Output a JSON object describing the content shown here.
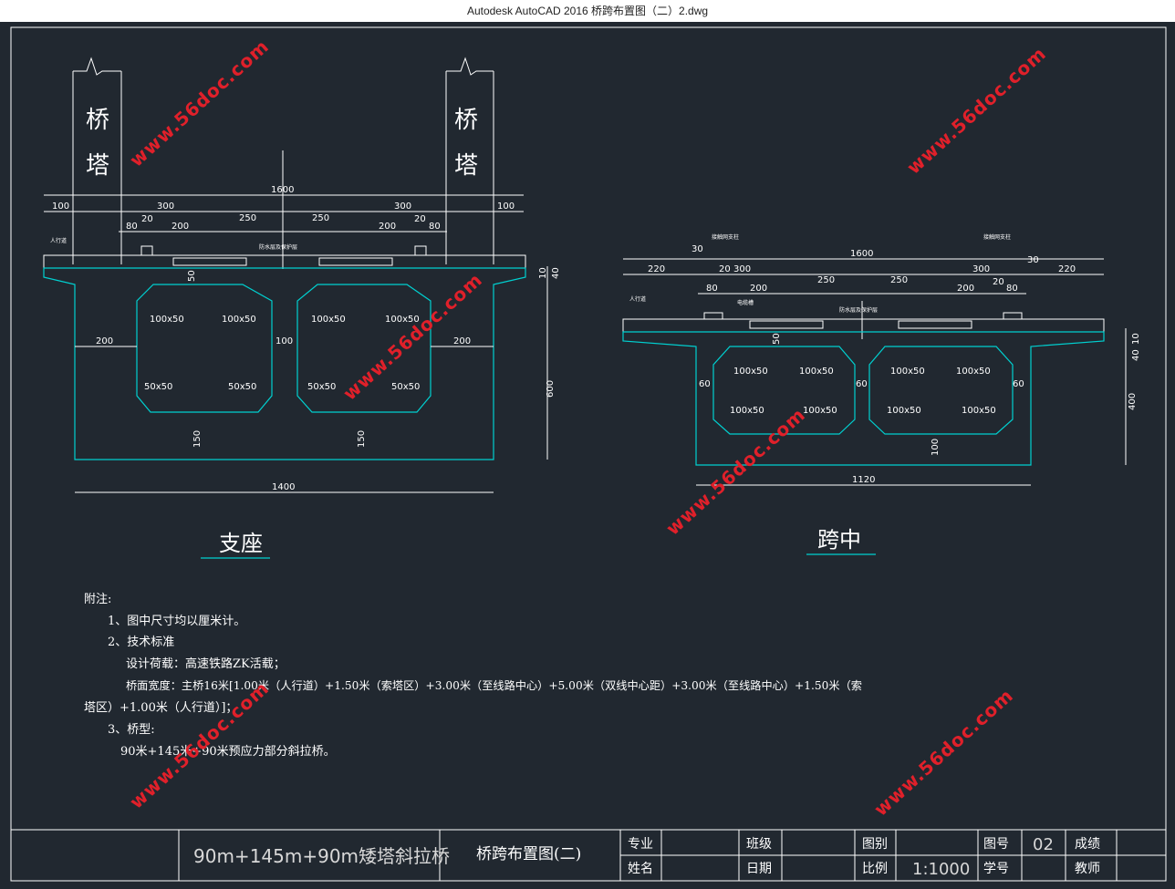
{
  "window": {
    "title": "Autodesk AutoCAD 2016    桥跨布置图（二）2.dwg"
  },
  "left_section": {
    "tower_left": "桥塔",
    "tower_right": "桥塔",
    "total_width": "1600",
    "dims_top": [
      "100",
      "300",
      "300",
      "100"
    ],
    "dims_second": [
      "80",
      "20",
      "200",
      "250",
      "250",
      "200",
      "20",
      "80"
    ],
    "walkway": "人行道",
    "waterproof": "防水层及保护层",
    "box_chamfers": [
      "100x50",
      "100x50",
      "100x50",
      "100x50",
      "50x50",
      "50x50",
      "50x50",
      "50x50"
    ],
    "web_dims": [
      "200",
      "100",
      "200"
    ],
    "top_slab": "50",
    "bottom_slab": [
      "150",
      "150"
    ],
    "height": "600",
    "deck_thickness": [
      "10",
      "40"
    ],
    "bottom_width": "1400",
    "label": "支座"
  },
  "right_section": {
    "support_left": "接触网支柱",
    "support_right": "接触网支柱",
    "total_width": "1600",
    "dims_top": [
      "220",
      "20",
      "300",
      "300",
      "20",
      "220"
    ],
    "dims_second": [
      "80",
      "200",
      "250",
      "250",
      "200",
      "80"
    ],
    "small_30": [
      "30",
      "30"
    ],
    "walkway": "人行道",
    "signal": "电缆槽",
    "waterproof": "防水层及保护层",
    "box_chamfers": [
      "100x50",
      "100x50",
      "100x50",
      "100x50",
      "100x50",
      "100x50",
      "100x50",
      "100x50"
    ],
    "web_dims": [
      "60",
      "60",
      "60"
    ],
    "top_slab": "50",
    "bottom_slab": "100",
    "height": "400",
    "deck_thickness": [
      "10",
      "40"
    ],
    "bottom_width": "1120",
    "label": "跨中"
  },
  "notes": {
    "heading": "附注:",
    "line1": "1、图中尺寸均以厘米计。",
    "line2": "2、技术标准",
    "line3": "设计荷载：高速铁路ZK活载；",
    "line4": "桥面宽度：主桥16米[1.00米（人行道）+1.50米（索塔区）+3.00米（至线路中心）+5.00米（双线中心距）+3.00米（至线路中心）+1.50米（索",
    "line5": "塔区）+1.00米（人行道）]；",
    "line6": "3、桥型:",
    "line7": "90米+145米+90米预应力部分斜拉桥。"
  },
  "watermark": "www.56doc.com",
  "title_block": {
    "project": "90m+145m+90m矮塔斜拉桥",
    "drawing": "桥跨布置图(二)",
    "major_label": "专业",
    "name_label": "姓名",
    "class_label": "班级",
    "date_label": "日期",
    "category_label": "图别",
    "scale_label": "比例",
    "scale_value": "1:1000",
    "number_label": "图号",
    "number_value": "02",
    "student_label": "学号",
    "grade_label": "成绩",
    "teacher_label": "教师"
  },
  "colors": {
    "background": "#212830",
    "outline": "#00d0d0",
    "lines": "#ffffff",
    "watermark": "#e0202a"
  }
}
